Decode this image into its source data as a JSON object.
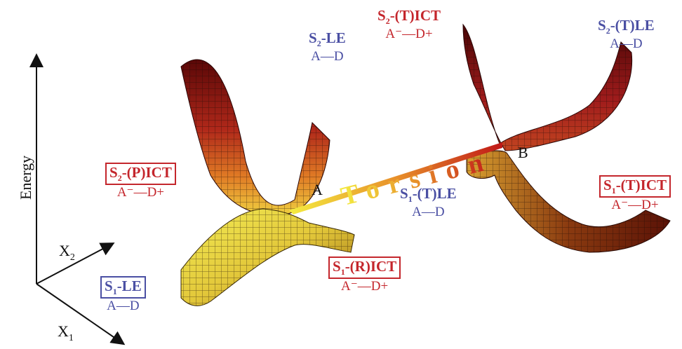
{
  "axes": {
    "energy": "Energy",
    "x1": "X",
    "x1_sub": "1",
    "x2": "X",
    "x2_sub": "2"
  },
  "torsion_label": "Torsion",
  "points": {
    "a": "A",
    "b": "B"
  },
  "states": {
    "s2_le": {
      "s": "S",
      "sub": "2",
      "rest": "-LE",
      "formula": "A—D"
    },
    "s2_pict": {
      "s": "S",
      "sub": "2",
      "rest": "-(P)ICT",
      "formula": "A⁻—D+"
    },
    "s1_le": {
      "s": "S",
      "sub": "1",
      "rest": "-LE",
      "formula": "A—D"
    },
    "s1_rict": {
      "s": "S",
      "sub": "1",
      "rest": "-(R)ICT",
      "formula": "A⁻—D+"
    },
    "s2_tict": {
      "s": "S",
      "sub": "2",
      "rest": "-(T)ICT",
      "formula": "A⁻—D+"
    },
    "s2_tle": {
      "s": "S",
      "sub": "2",
      "rest": "-(T)LE",
      "formula": "A—D"
    },
    "s1_tle": {
      "s": "S",
      "sub": "1",
      "rest": "-(T)LE",
      "formula": "A—D"
    },
    "s1_tict": {
      "s": "S",
      "sub": "1",
      "rest": "-(T)ICT",
      "formula": "A⁻—D+"
    }
  },
  "colors": {
    "le": "#4a4fa3",
    "ict": "#c4262c",
    "surface_dark": "#6b0a0a",
    "surface_light": "#f2e63a"
  }
}
